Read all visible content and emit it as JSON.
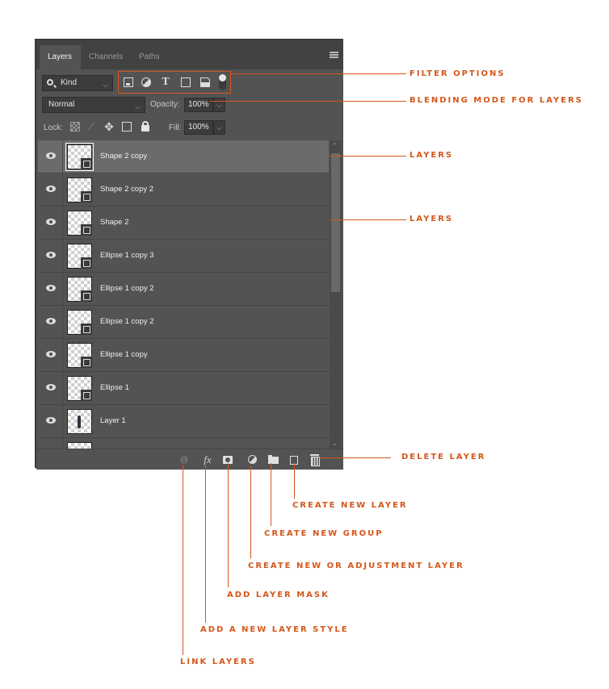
{
  "panel": {
    "tabs": [
      {
        "label": "Layers",
        "active": true
      },
      {
        "label": "Channels",
        "active": false
      },
      {
        "label": "Paths",
        "active": false
      }
    ],
    "menu_icon": "hamburger-menu-icon",
    "filter": {
      "kind_label": "Kind",
      "icons": [
        "pixel-layer-filter-icon",
        "adjustment-layer-filter-icon",
        "type-layer-filter-icon",
        "shape-layer-filter-icon",
        "smart-object-filter-icon",
        "filter-toggle-icon"
      ]
    },
    "blend_mode": "Normal",
    "opacity_label": "Opacity:",
    "opacity_value": "100%",
    "lock_label": "Lock:",
    "lock_icons": [
      "lock-transparent-pixels-icon",
      "lock-image-pixels-icon",
      "lock-position-icon",
      "lock-artboard-icon",
      "lock-all-icon"
    ],
    "fill_label": "Fill:",
    "fill_value": "100%",
    "layers": [
      {
        "name": "Shape 2 copy",
        "type": "shape",
        "visible": true,
        "selected": true
      },
      {
        "name": "Shape 2 copy 2",
        "type": "shape",
        "visible": true,
        "selected": false
      },
      {
        "name": "Shape 2",
        "type": "shape",
        "visible": true,
        "selected": false
      },
      {
        "name": "Ellipse 1 copy 3",
        "type": "shape",
        "visible": true,
        "selected": false
      },
      {
        "name": "Ellipse 1 copy 2",
        "type": "shape",
        "visible": true,
        "selected": false
      },
      {
        "name": "Ellipse 1 copy 2",
        "type": "shape",
        "visible": true,
        "selected": false
      },
      {
        "name": "Ellipse 1 copy",
        "type": "shape",
        "visible": true,
        "selected": false
      },
      {
        "name": "Ellipse 1",
        "type": "shape",
        "visible": true,
        "selected": false
      },
      {
        "name": "Layer 1",
        "type": "pixel",
        "visible": true,
        "selected": false
      }
    ],
    "footer_buttons": [
      {
        "name": "link-layers",
        "icon": "link-icon",
        "glyph": "⊖"
      },
      {
        "name": "add-layer-style",
        "icon": "fx-icon",
        "glyph": "fx"
      },
      {
        "name": "add-layer-mask",
        "icon": "mask-icon",
        "glyph": ""
      },
      {
        "name": "create-adjustment-layer",
        "icon": "adjustment-icon",
        "glyph": ""
      },
      {
        "name": "create-new-group",
        "icon": "folder-icon",
        "glyph": ""
      },
      {
        "name": "create-new-layer",
        "icon": "new-layer-icon",
        "glyph": ""
      },
      {
        "name": "delete-layer",
        "icon": "trash-icon",
        "glyph": ""
      }
    ]
  },
  "callouts": {
    "filter_options": "FILTER OPTIONS",
    "blending_mode": "BLENDING MODE FOR LAYERS",
    "layers_1": "LAYERS",
    "layers_2": "LAYERS",
    "delete_layer": "DELETE LAYER",
    "create_new_layer": "CREATE NEW LAYER",
    "create_new_group": "CREATE NEW GROUP",
    "create_adjustment": "CREATE NEW OR ADJUSTMENT LAYER",
    "add_layer_mask": "ADD LAYER MASK",
    "add_layer_style": "ADD A NEW LAYER STYLE",
    "link_layers": "LINK LAYERS"
  },
  "colors": {
    "accent": "#d4571b",
    "panel_bg": "#535353",
    "selected_row": "#6b6b6b",
    "tab_bar": "#424242"
  }
}
